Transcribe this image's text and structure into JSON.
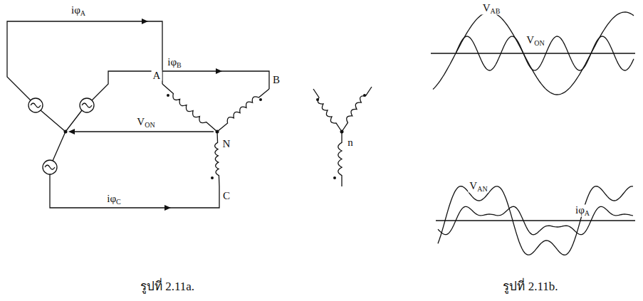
{
  "diagram": {
    "labels": [
      "iφA",
      "iφB",
      "A",
      "B",
      "VON",
      "N",
      "n",
      "C",
      "iφC",
      "VAB",
      "VON",
      "VAN",
      "iφA",
      "รูปที่ 2.11a.",
      "รูปที่ 2.11b."
    ]
  }
}
